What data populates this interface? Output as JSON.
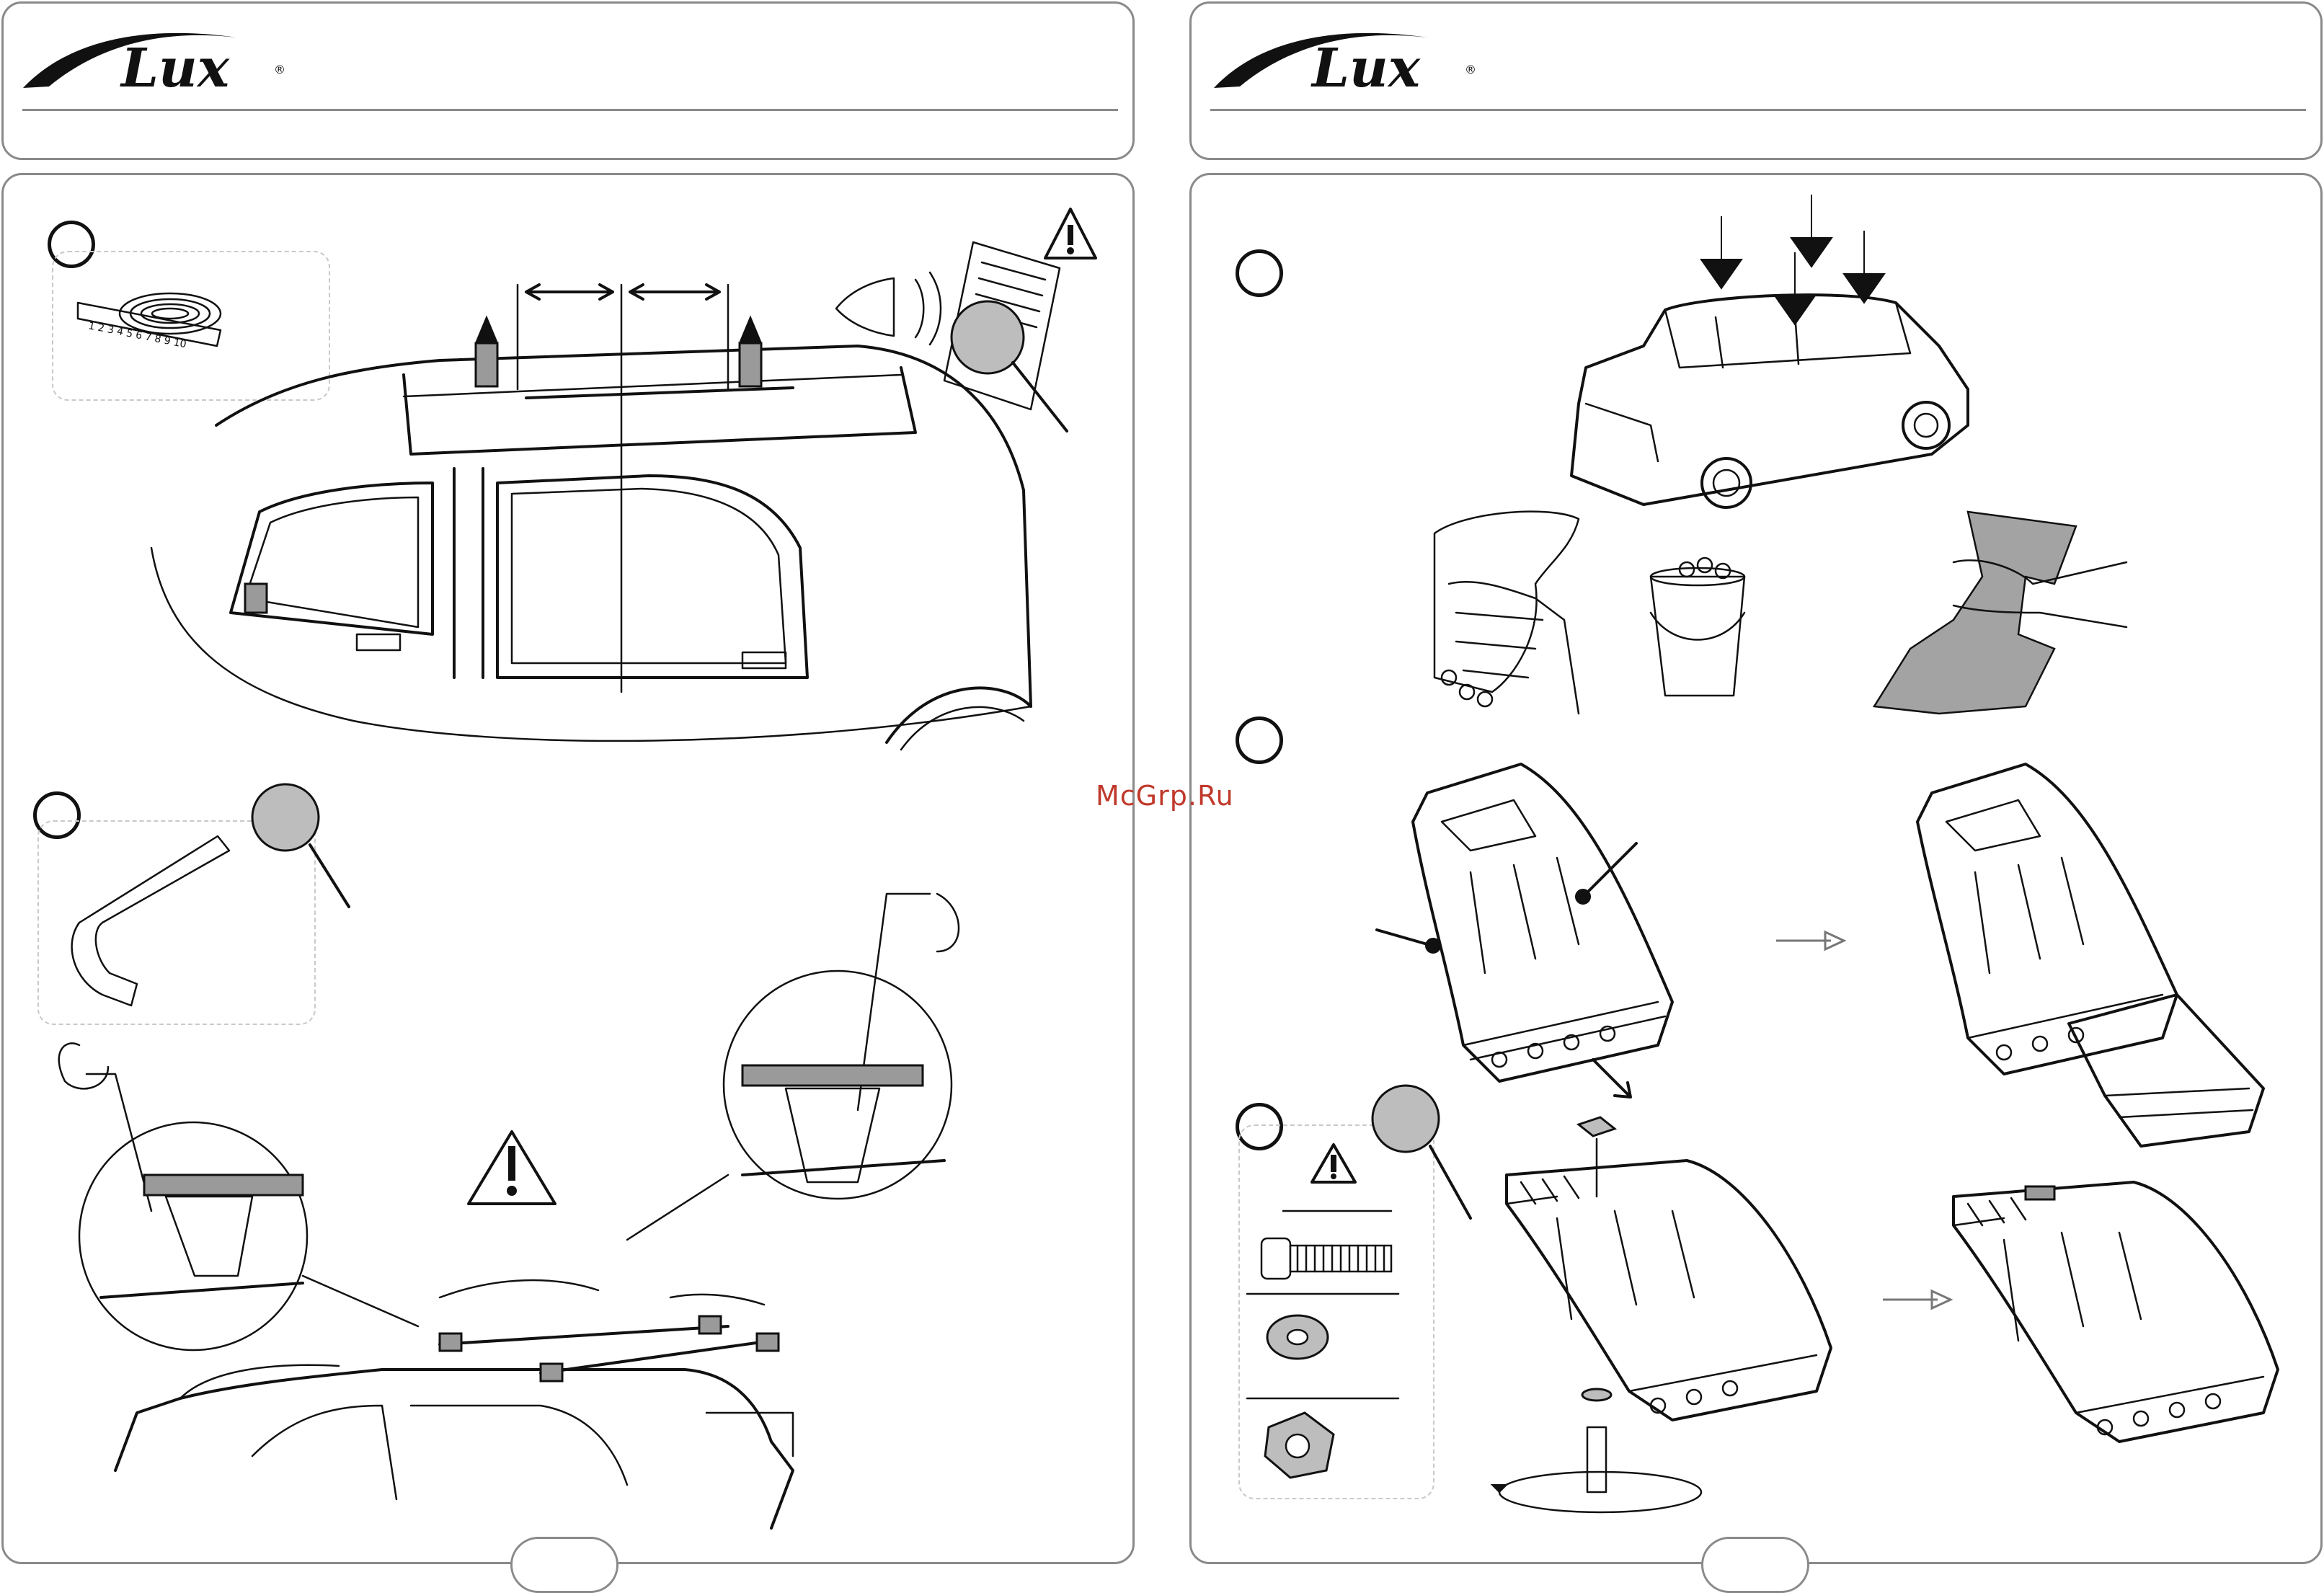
{
  "watermark": "McGrp.Ru",
  "logo": {
    "text": "Lux",
    "mark": "®"
  },
  "tape_digits": "1 2 3 4 5 6 7 8 9 10",
  "icons": [
    "warning-triangle-icon",
    "magnifier-icon",
    "eye-icon",
    "rotate-arrow-icon",
    "down-arrow-icon",
    "outline-arrow-icon"
  ],
  "colors": {
    "border": "#8a8a8a",
    "ink": "#111111",
    "watermark": "#c0392b",
    "shade": "#bdbdbd"
  }
}
